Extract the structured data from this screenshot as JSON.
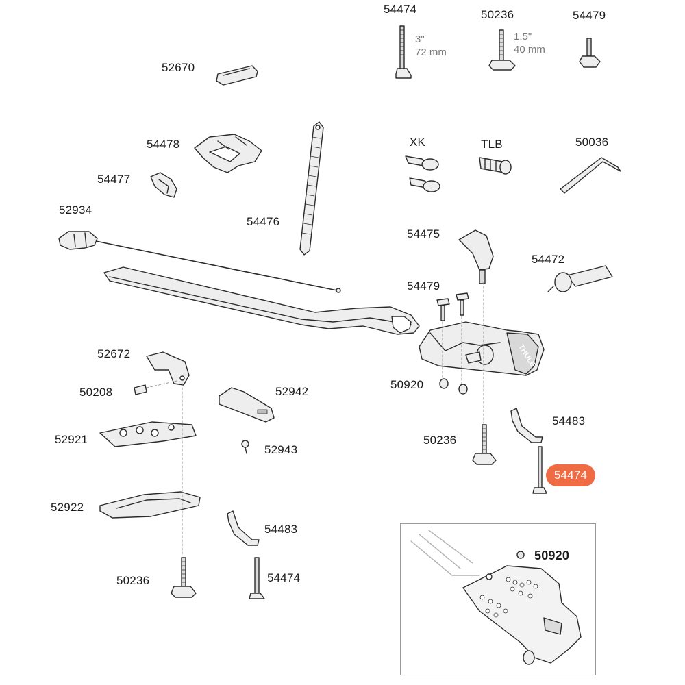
{
  "parts": {
    "p54474_top": "54474",
    "p50236_top": "50236",
    "p54479_top": "54479",
    "p52670": "52670",
    "p54478": "54478",
    "p54477": "54477",
    "p52934": "52934",
    "p54476": "54476",
    "pXK": "XK",
    "pTLB": "TLB",
    "p50036": "50036",
    "p54475": "54475",
    "p54472": "54472",
    "p54479_mid": "54479",
    "p50920": "50920",
    "p52672": "52672",
    "p50208": "50208",
    "p52942": "52942",
    "p52921": "52921",
    "p52943": "52943",
    "p52922": "52922",
    "p54483_bot": "54483",
    "p50236_bot": "50236",
    "p54474_bot": "54474",
    "p50236_mid": "50236",
    "p54483_right": "54483",
    "p54474_highlight": "54474",
    "p50920_inset": "50920"
  },
  "dimensions": {
    "bolt_long_in": "3\"",
    "bolt_long_mm": "72 mm",
    "bolt_short_in": "1.5\"",
    "bolt_short_mm": "40 mm"
  },
  "logo_text": "THULE",
  "colors": {
    "highlight": "#ee6b43",
    "line": "#2b2b2b",
    "fill": "#eeeeee"
  }
}
